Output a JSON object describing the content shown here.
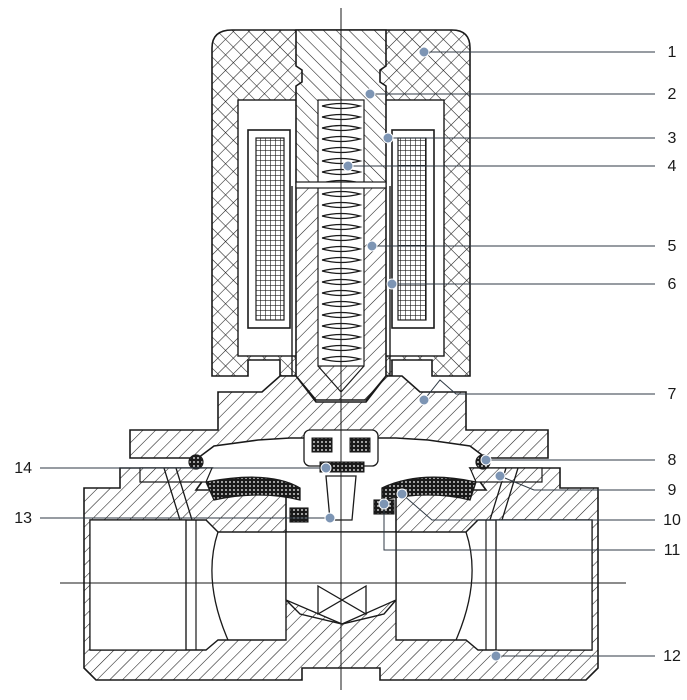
{
  "diagram": {
    "colors": {
      "line": "#1a1a1a",
      "leader": "#2f3a45",
      "dot": "#7d95b4",
      "background": "#ffffff",
      "coil": "#1a1a1a"
    },
    "callouts": [
      {
        "id": "1",
        "label": "1"
      },
      {
        "id": "2",
        "label": "2"
      },
      {
        "id": "3",
        "label": "3"
      },
      {
        "id": "4",
        "label": "4"
      },
      {
        "id": "5",
        "label": "5"
      },
      {
        "id": "6",
        "label": "6"
      },
      {
        "id": "7",
        "label": "7"
      },
      {
        "id": "8",
        "label": "8"
      },
      {
        "id": "9",
        "label": "9"
      },
      {
        "id": "10",
        "label": "10"
      },
      {
        "id": "11",
        "label": "11"
      },
      {
        "id": "12",
        "label": "12"
      },
      {
        "id": "13",
        "label": "13"
      },
      {
        "id": "14",
        "label": "14"
      }
    ]
  }
}
